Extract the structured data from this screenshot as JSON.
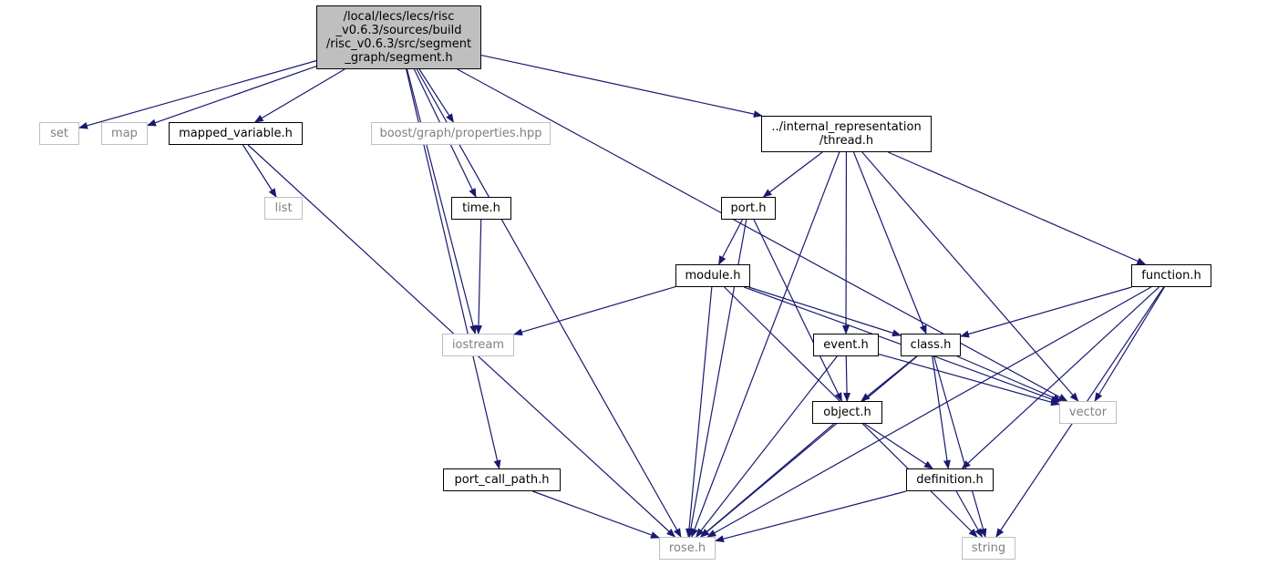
{
  "colors": {
    "edge": "#191970",
    "root_fill": "#bfbfbf",
    "local_border": "#000000",
    "external_border": "#bfbfbf",
    "external_text": "#808080"
  },
  "nodes": {
    "segment": {
      "lines": [
        "/local/lecs/lecs/risc",
        "_v0.6.3/sources/build",
        "/risc_v0.6.3/src/segment",
        "_graph/segment.h"
      ],
      "kind": "root"
    },
    "set": {
      "lines": [
        "set"
      ],
      "kind": "external"
    },
    "map": {
      "lines": [
        "map"
      ],
      "kind": "external"
    },
    "mapped_variable": {
      "lines": [
        "mapped_variable.h"
      ],
      "kind": "local"
    },
    "boost": {
      "lines": [
        "boost/graph/properties.hpp"
      ],
      "kind": "external"
    },
    "thread": {
      "lines": [
        "../internal_representation",
        "/thread.h"
      ],
      "kind": "local"
    },
    "list": {
      "lines": [
        "list"
      ],
      "kind": "external"
    },
    "time": {
      "lines": [
        "time.h"
      ],
      "kind": "local"
    },
    "port": {
      "lines": [
        "port.h"
      ],
      "kind": "local"
    },
    "function": {
      "lines": [
        "function.h"
      ],
      "kind": "local"
    },
    "module": {
      "lines": [
        "module.h"
      ],
      "kind": "local"
    },
    "iostream": {
      "lines": [
        "iostream"
      ],
      "kind": "external"
    },
    "event": {
      "lines": [
        "event.h"
      ],
      "kind": "local"
    },
    "class": {
      "lines": [
        "class.h"
      ],
      "kind": "local"
    },
    "object": {
      "lines": [
        "object.h"
      ],
      "kind": "local"
    },
    "vector": {
      "lines": [
        "vector"
      ],
      "kind": "external"
    },
    "port_call_path": {
      "lines": [
        "port_call_path.h"
      ],
      "kind": "local"
    },
    "definition": {
      "lines": [
        "definition.h"
      ],
      "kind": "local"
    },
    "rose": {
      "lines": [
        "rose.h"
      ],
      "kind": "external"
    },
    "string": {
      "lines": [
        "string"
      ],
      "kind": "external"
    }
  },
  "edges": [
    [
      "segment",
      "set"
    ],
    [
      "segment",
      "map"
    ],
    [
      "segment",
      "mapped_variable"
    ],
    [
      "segment",
      "iostream"
    ],
    [
      "segment",
      "boost"
    ],
    [
      "segment",
      "time"
    ],
    [
      "segment",
      "port_call_path"
    ],
    [
      "segment",
      "rose"
    ],
    [
      "segment",
      "thread"
    ],
    [
      "segment",
      "vector"
    ],
    [
      "mapped_variable",
      "list"
    ],
    [
      "mapped_variable",
      "rose"
    ],
    [
      "time",
      "iostream"
    ],
    [
      "port_call_path",
      "rose"
    ],
    [
      "thread",
      "rose"
    ],
    [
      "thread",
      "port"
    ],
    [
      "thread",
      "event"
    ],
    [
      "thread",
      "class"
    ],
    [
      "thread",
      "vector"
    ],
    [
      "thread",
      "function"
    ],
    [
      "port",
      "module"
    ],
    [
      "port",
      "rose"
    ],
    [
      "port",
      "object"
    ],
    [
      "module",
      "iostream"
    ],
    [
      "module",
      "class"
    ],
    [
      "module",
      "vector"
    ],
    [
      "module",
      "rose"
    ],
    [
      "module",
      "string"
    ],
    [
      "function",
      "class"
    ],
    [
      "function",
      "vector"
    ],
    [
      "function",
      "definition"
    ],
    [
      "function",
      "rose"
    ],
    [
      "function",
      "string"
    ],
    [
      "event",
      "object"
    ],
    [
      "event",
      "vector"
    ],
    [
      "event",
      "rose"
    ],
    [
      "class",
      "object"
    ],
    [
      "class",
      "vector"
    ],
    [
      "class",
      "definition"
    ],
    [
      "class",
      "rose"
    ],
    [
      "class",
      "string"
    ],
    [
      "object",
      "definition"
    ],
    [
      "object",
      "rose"
    ],
    [
      "definition",
      "rose"
    ],
    [
      "definition",
      "string"
    ]
  ]
}
